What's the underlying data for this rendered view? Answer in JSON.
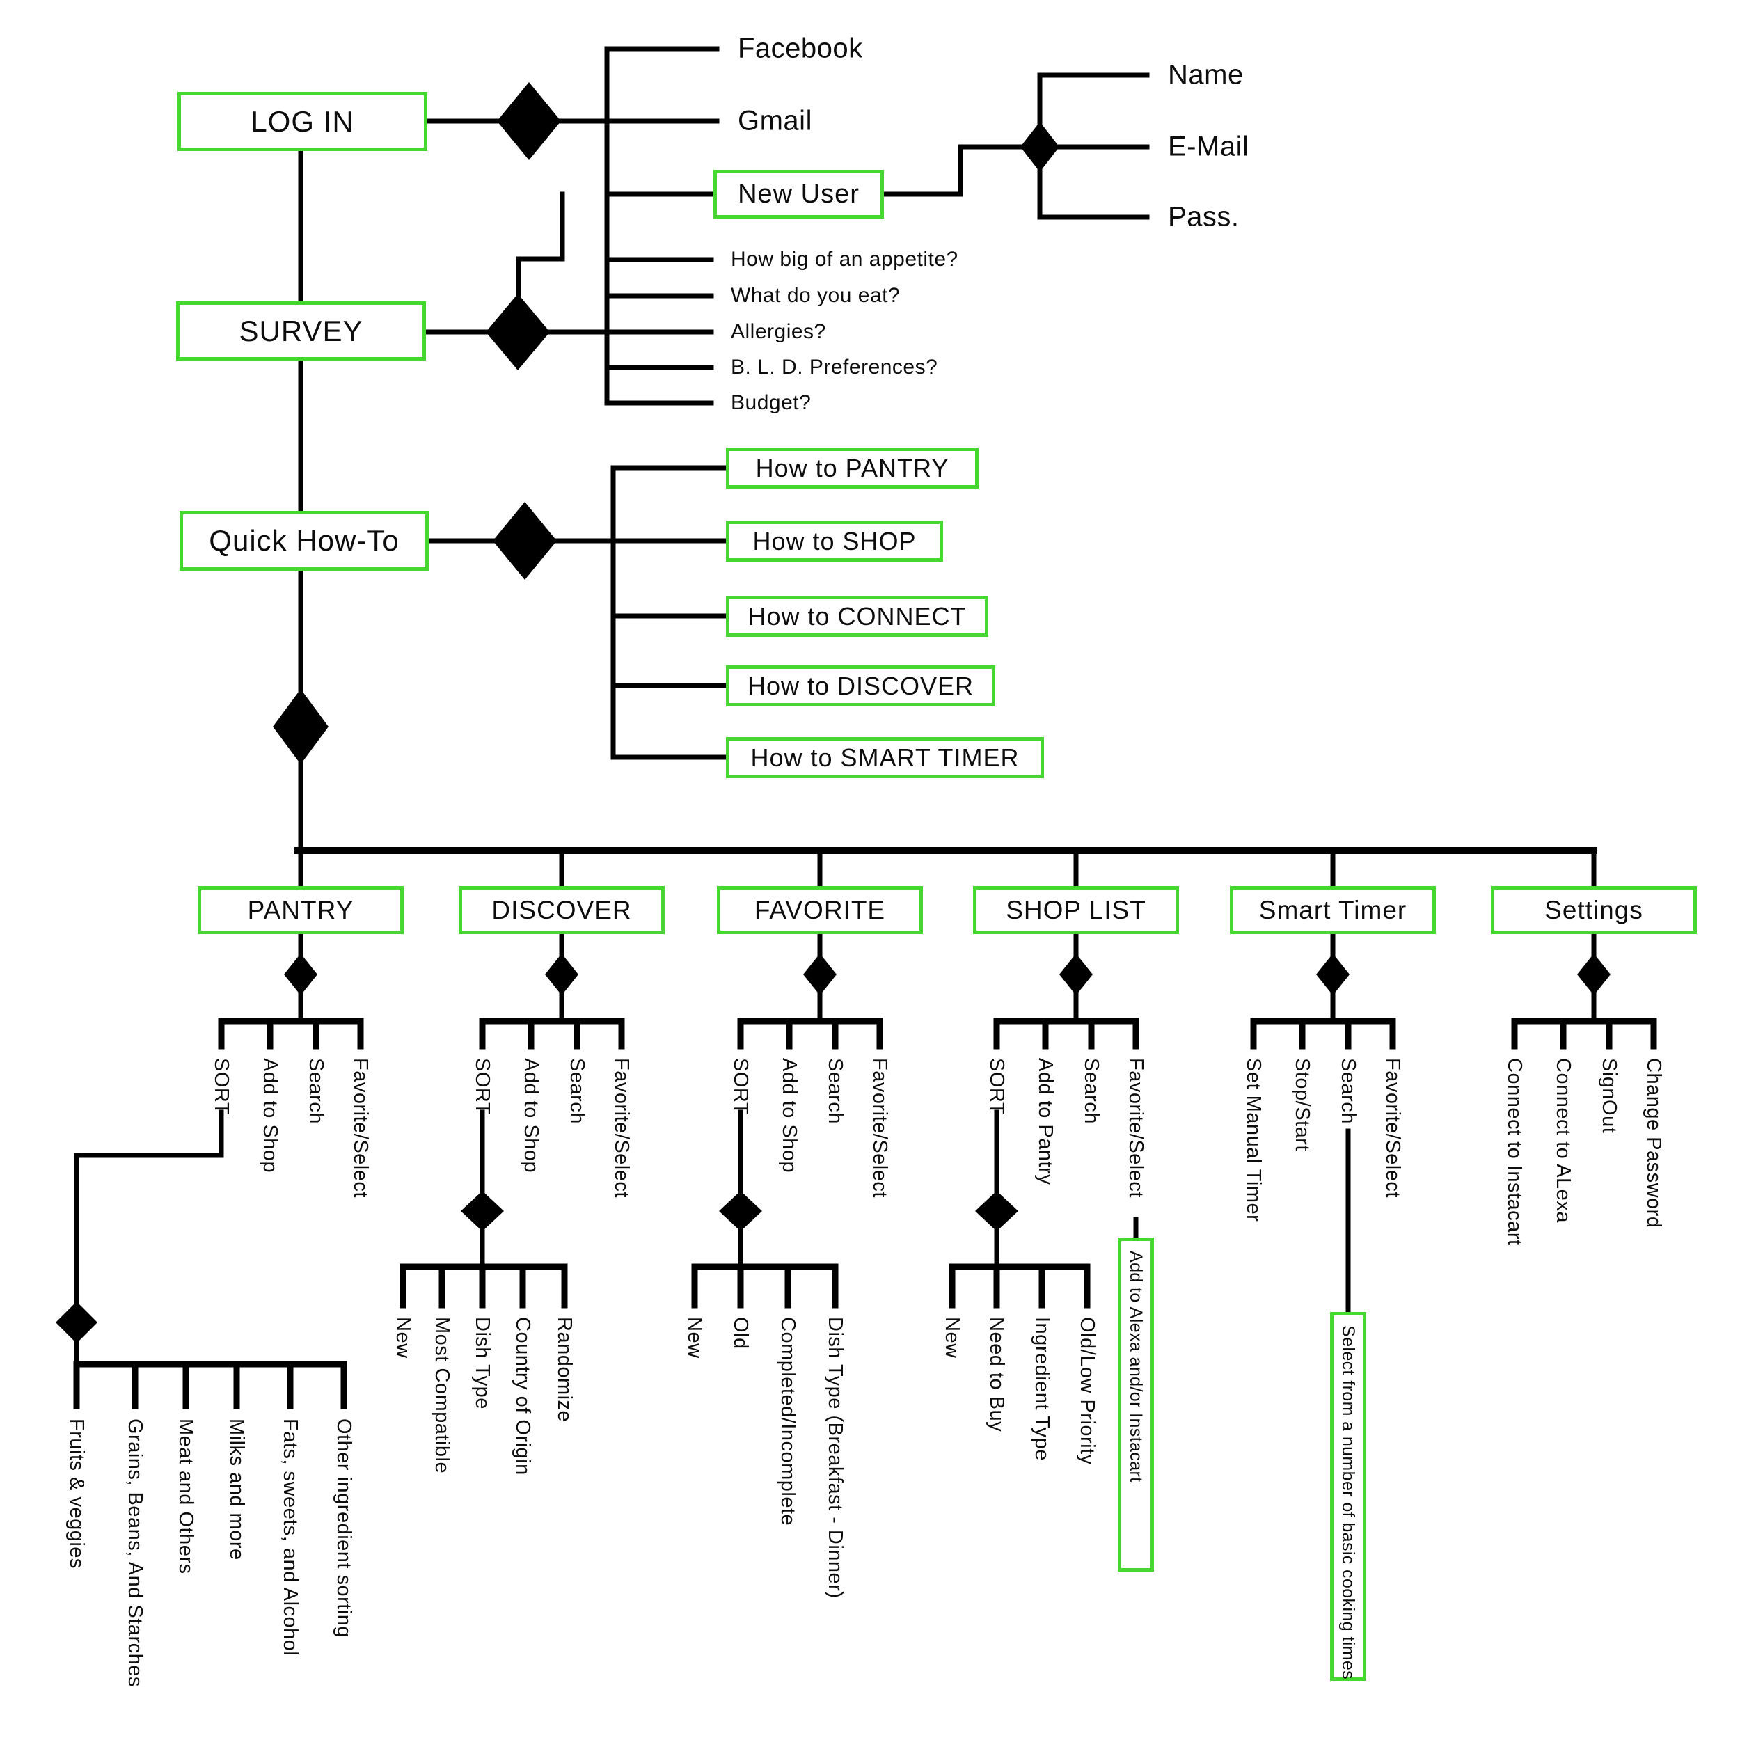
{
  "colors": {
    "accent_green": "#46d830",
    "line": "#000000",
    "text": "#0d0d0d",
    "background": "#ffffff"
  },
  "login": {
    "label": "LOG IN",
    "providers": [
      "Facebook",
      "Gmail"
    ],
    "new_user": {
      "label": "New User",
      "fields": [
        "Name",
        "E-Mail",
        "Pass."
      ]
    }
  },
  "survey": {
    "label": "SURVEY",
    "questions": [
      "How big of an appetite?",
      "What do you eat?",
      "Allergies?",
      "B. L. D. Preferences?",
      "Budget?"
    ]
  },
  "how_to": {
    "label": "Quick How-To",
    "guides": [
      "How to PANTRY",
      "How to SHOP",
      "How to CONNECT",
      "How to DISCOVER",
      "How to SMART TIMER"
    ]
  },
  "sections": [
    {
      "title": "PANTRY",
      "actions": [
        "SORT",
        "Add to Shop",
        "Search",
        "Favorite/Select"
      ],
      "sort_options": [
        "Fruits & veggies",
        "Grains, Beans, And Starches",
        "Meat and Others",
        "Milks and more",
        "Fats, sweets, and Alcohol",
        "Other ingredient sorting"
      ]
    },
    {
      "title": "DISCOVER",
      "actions": [
        "SORT",
        "Add to Shop",
        "Search",
        "Favorite/Select"
      ],
      "sort_options": [
        "New",
        "Most Compatible",
        "Dish Type",
        "Country of Origin",
        "Randomize"
      ]
    },
    {
      "title": "FAVORITE",
      "actions": [
        "SORT",
        "Add to Shop",
        "Search",
        "Favorite/Select"
      ],
      "sort_options": [
        "New",
        "Old",
        "Completed/Incomplete",
        "Dish Type (Breakfast - Dinner)"
      ]
    },
    {
      "title": "SHOP LIST",
      "actions": [
        "SORT",
        "Add to Pantry",
        "Search",
        "Favorite/Select"
      ],
      "sort_options": [
        "New",
        "Need to Buy",
        "Ingredient Type",
        "Old/Low Priority"
      ],
      "favorite_note": "Add to Alexa and/or Instacart"
    },
    {
      "title": "Smart Timer",
      "actions": [
        "Set Manual Timer",
        "Stop/Start",
        "Search",
        "Favorite/Select"
      ],
      "search_note": "Select from a number of basic cooking times"
    },
    {
      "title": "Settings",
      "actions": [
        "Connect to Instacart",
        "Connect to ALexa",
        "SignOut",
        "Change Password"
      ]
    }
  ]
}
